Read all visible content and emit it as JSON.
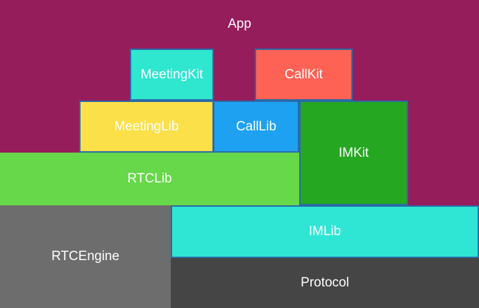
{
  "blocks": {
    "app": {
      "label": "App",
      "color": "#951d5c"
    },
    "meetingkit": {
      "label": "MeetingKit",
      "color": "#2fe6cf"
    },
    "callkit": {
      "label": "CallKit",
      "color": "#fd6254"
    },
    "meetinglib": {
      "label": "MeetingLib",
      "color": "#fbe04a"
    },
    "calllib": {
      "label": "CallLib",
      "color": "#1fa1f2"
    },
    "imkit": {
      "label": "IMKit",
      "color": "#25a722"
    },
    "rtclib": {
      "label": "RTCLib",
      "color": "#66d84a"
    },
    "rtcengine": {
      "label": "RTCEngine",
      "color": "#6d6d6d"
    },
    "imlib": {
      "label": "IMLib",
      "color": "#2fe6d4"
    },
    "protocol": {
      "label": "Protocol",
      "color": "#454545"
    }
  }
}
